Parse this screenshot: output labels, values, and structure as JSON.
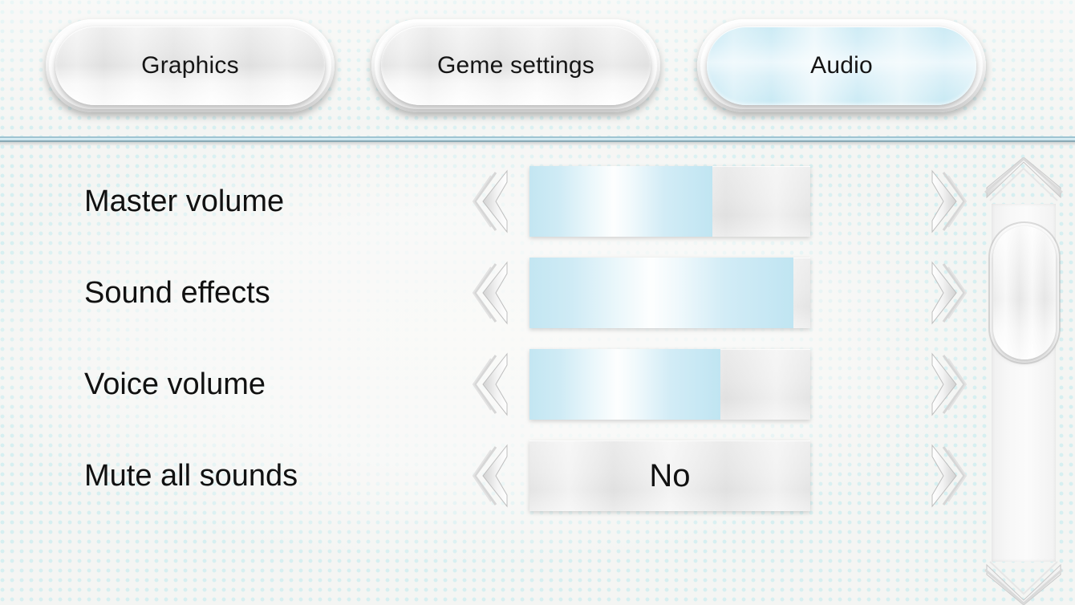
{
  "tabs": [
    {
      "label": "Graphics",
      "active": false
    },
    {
      "label": "Geme settings",
      "active": false
    },
    {
      "label": "Audio",
      "active": true
    }
  ],
  "settings": {
    "rows": [
      {
        "label": "Master volume",
        "type": "slider",
        "fill_percent": 65,
        "value": ""
      },
      {
        "label": "Sound effects",
        "type": "slider",
        "fill_percent": 94,
        "value": ""
      },
      {
        "label": "Voice volume",
        "type": "slider",
        "fill_percent": 68,
        "value": ""
      },
      {
        "label": "Mute all sounds",
        "type": "choice",
        "fill_percent": 0,
        "value": "No"
      }
    ],
    "decrement_icon": "chevron-left-icon",
    "increment_icon": "chevron-right-icon"
  },
  "scrollbar": {
    "up_icon": "chevron-up-icon",
    "down_icon": "chevron-down-icon",
    "thumb_position_percent": 19
  },
  "colors": {
    "accent": "#c3e6f2",
    "accent_tab": "#c5e8f3",
    "divider": "#9fc4d2",
    "text": "#111111",
    "track": "#e9e9e9"
  }
}
